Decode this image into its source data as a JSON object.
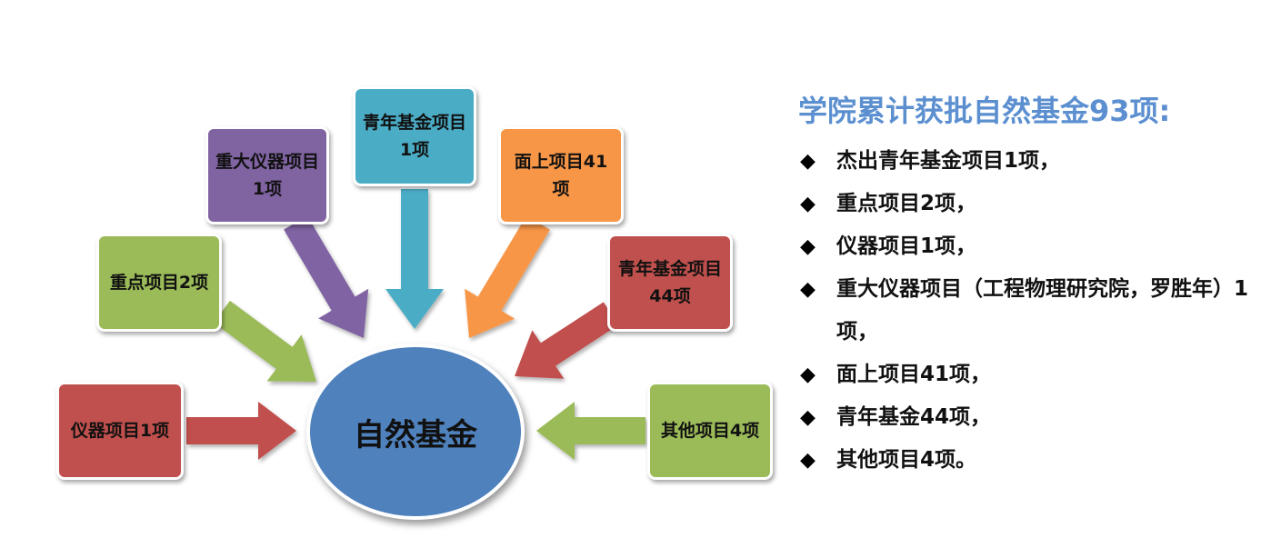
{
  "diagram": {
    "hub_label": "自然基金",
    "boxes": [
      {
        "id": "qingnian1",
        "label": "青年基金项目1项",
        "color": "#4bacc6"
      },
      {
        "id": "zhongda",
        "label": "重大仪器项目1项",
        "color": "#8064a2"
      },
      {
        "id": "mianshang",
        "label": "面上项目41项",
        "color": "#f79646"
      },
      {
        "id": "zhongdian",
        "label": "重点项目2项",
        "color": "#9bbb59"
      },
      {
        "id": "qingnian44",
        "label": "青年基金项目44项",
        "color": "#c0504d"
      },
      {
        "id": "yiqi",
        "label": "仪器项目1项",
        "color": "#c0504d"
      },
      {
        "id": "qita",
        "label": "其他项目4项",
        "color": "#9bbb59"
      }
    ]
  },
  "summary": {
    "title": "学院累计获批自然基金93项:",
    "bullet_icon": "diamond-bullet",
    "items": [
      "杰出青年基金项目1项，",
      "重点项目2项，",
      "仪器项目1项，",
      "重大仪器项目（工程物理研究院，罗胜年）1项，",
      "面上项目41项，",
      "青年基金44项，",
      "其他项目4项。"
    ]
  }
}
